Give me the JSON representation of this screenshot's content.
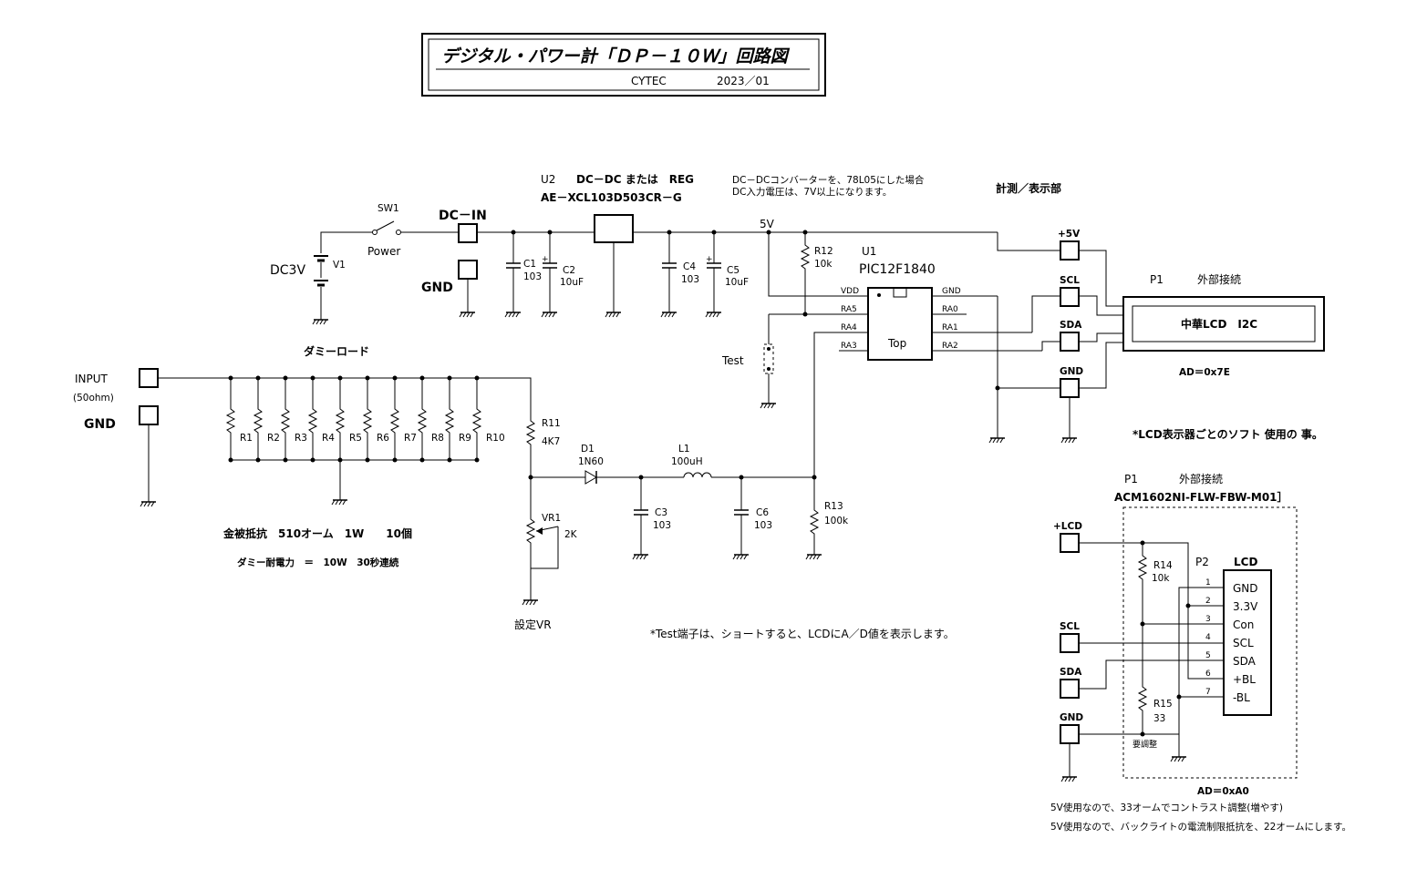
{
  "title": {
    "main": "デジタル・パワー計「ＤＰ－１０Ｗ」回路図",
    "company": "CYTEC",
    "date": "2023／01"
  },
  "power": {
    "sw1": "SW1",
    "power_label": "Power",
    "dc3v": "DC3V",
    "v1": "V1",
    "dc_in": "DC－IN",
    "gnd": "GND",
    "c1": "C1",
    "c1_val": "103",
    "c2": "C2",
    "c2_val": "10uF",
    "c4": "C4",
    "c4_val": "103",
    "c5": "C5",
    "c5_val": "10uF",
    "u2": "U2",
    "u2_desc": "DC－DC または　REG",
    "u2_part": "AE－XCL103D503CR－G",
    "note_l1": "DC－DCコンバーターを、78L05にした場合",
    "note_l2": "DC入力電圧は、7V以上になります。",
    "rail_5v": "5V"
  },
  "mcu": {
    "section": "計測／表示部",
    "u1": "U1",
    "part": "PIC12F1840",
    "top": "Top",
    "r12": "R12",
    "r12_val": "10k",
    "test": "Test",
    "pins_left": [
      "VDD",
      "RA5",
      "RA4",
      "RA3"
    ],
    "pins_right": [
      "GND",
      "RA0",
      "RA1",
      "RA2"
    ],
    "r13": "R13",
    "r13_val": "100k"
  },
  "connector": {
    "plus5v": "+5V",
    "scl": "SCL",
    "sda": "SDA",
    "gnd": "GND",
    "p1": "P1",
    "ext": "外部接続",
    "lcd": "中華LCD　I2C",
    "ad": "AD＝0x7E",
    "note": "*LCD表示器ごとのソフト 使用の 事。"
  },
  "dummy": {
    "title": "ダミーロード",
    "input": "INPUT",
    "ohm": "(50ohm)",
    "gnd": "GND",
    "resistors": [
      "R1",
      "R2",
      "R3",
      "R4",
      "R5",
      "R6",
      "R7",
      "R8",
      "R9",
      "R10"
    ],
    "spec1": "金被抵抗　510オーム　1W　　10個",
    "spec2": "ダミー耐電力　＝　10W　30秒連続"
  },
  "detector": {
    "r11": "R11",
    "r11_val": "4K7",
    "d1": "D1",
    "d1_val": "1N60",
    "l1": "L1",
    "l1_val": "100uH",
    "c3": "C3",
    "c3_val": "103",
    "c6": "C6",
    "c6_val": "103",
    "vr1": "VR1",
    "vr1_val": "2K",
    "vr_label": "設定VR",
    "test_note": "*Test端子は、ショートすると、LCDにA／D値を表示します。"
  },
  "lcd2": {
    "p1": "P1",
    "ext": "外部接続",
    "part": "ACM1602NI-FLW-FBW-M01］",
    "plus_lcd": "+LCD",
    "scl": "SCL",
    "sda": "SDA",
    "gnd": "GND",
    "r14": "R14",
    "r14_val": "10k",
    "r15": "R15",
    "r15_val": "33",
    "adjust": "要調整",
    "p2": "P2",
    "lcd": "LCD",
    "pin_nums": [
      "1",
      "2",
      "3",
      "4",
      "5",
      "6",
      "7"
    ],
    "pin_names": [
      "GND",
      "3.3V",
      "Con",
      "SCL",
      "SDA",
      "+BL",
      "-BL"
    ],
    "ad": "AD＝0xA0",
    "note1": "5V使用なので、33オームでコントラスト調整(増やす)",
    "note2": "5V使用なので、バックライトの電流制限抵抗を、22オームにします。"
  }
}
